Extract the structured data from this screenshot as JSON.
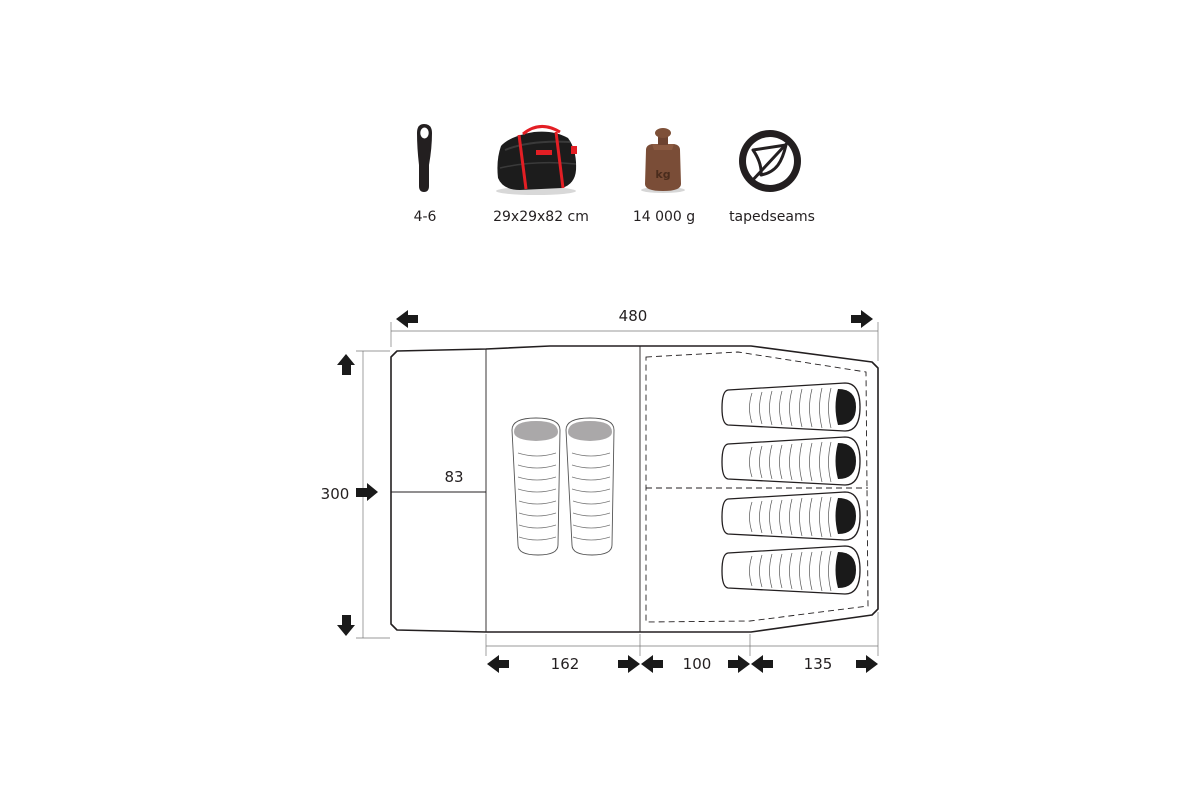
{
  "specs": [
    {
      "icon": "sleeping-bag-icon",
      "label": "4-6"
    },
    {
      "icon": "carry-bag-icon",
      "label": "29x29x82 cm"
    },
    {
      "icon": "weight-icon",
      "label": "14 000 g",
      "icon_text": "kg"
    },
    {
      "icon": "taped-seams-icon",
      "label": "tapedseams"
    }
  ],
  "dimensions": {
    "total_length": "480",
    "width": "300",
    "vestibule_depth": "83",
    "living_area": "162",
    "middle_section": "100",
    "end_section": "135"
  },
  "colors": {
    "line": "#231f20",
    "bag_accent": "#e31e24"
  }
}
